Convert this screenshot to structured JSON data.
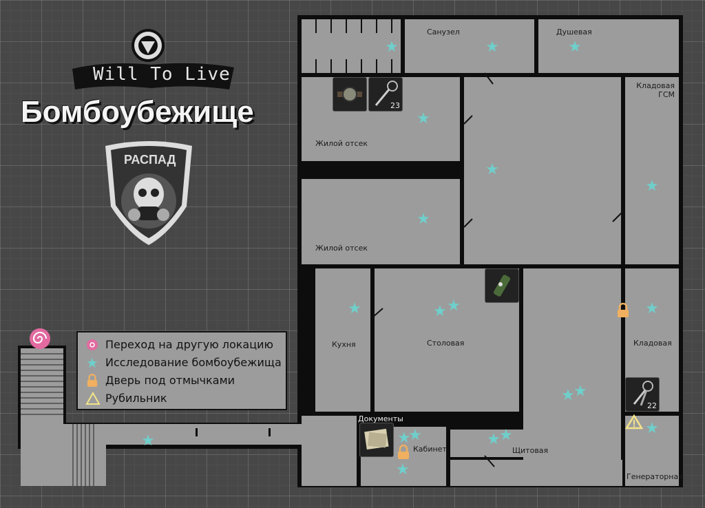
{
  "header": {
    "game_title": "Will To Live",
    "map_title": "Бомбоубежище",
    "faction": "РАСПАД"
  },
  "rooms": {
    "bathroom": "Санузел",
    "shower": "Душевая",
    "storage_fuel": "Кладовая\nГСМ",
    "living_1": "Жилой отсек",
    "living_2": "Жилой отсек",
    "kitchen": "Кухня",
    "dining": "Столовая",
    "storage": "Кладовая",
    "documents": "Документы",
    "office": "Кабинет",
    "switchboard": "Щитовая",
    "generator": "Генераторная"
  },
  "legend": {
    "transition": "Переход на другую локацию",
    "explore": "Исследование бомбоубежища",
    "locked_door": "Дверь под отмычками",
    "switch": "Рубильник"
  },
  "items": {
    "key_living_count": "23",
    "key_storage_count": "22"
  },
  "colors": {
    "background": "#474747",
    "room_fill": "#9c9c9c",
    "wall": "#0d0d0d",
    "star": "#6fcfcb",
    "lock": "#f0b060",
    "transition": "#e26aa0",
    "switch": "#f3e48a"
  }
}
